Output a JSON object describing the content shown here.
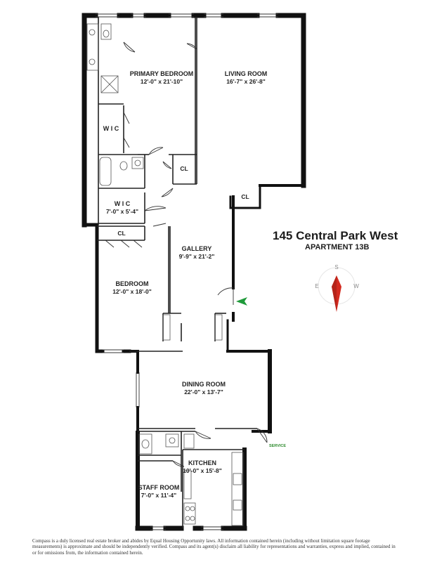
{
  "address": {
    "title": "145 Central Park West",
    "subtitle": "APARTMENT 13B"
  },
  "rooms": {
    "primary_bedroom": {
      "name": "PRIMARY BEDROOM",
      "dims": "12'-0\" x 21'-10\""
    },
    "living_room": {
      "name": "LIVING ROOM",
      "dims": "16'-7\" x 26'-8\""
    },
    "wic_upper": {
      "name": "W I C"
    },
    "wic_lower": {
      "name": "W I C",
      "dims": "7'-0\" x 5'-4\""
    },
    "gallery": {
      "name": "GALLERY",
      "dims": "9'-9\" x 21'-2\""
    },
    "bedroom": {
      "name": "BEDROOM",
      "dims": "12'-0\" x 18'-0\""
    },
    "dining_room": {
      "name": "DINING ROOM",
      "dims": "22'-0\" x 13'-7\""
    },
    "kitchen": {
      "name": "KITCHEN",
      "dims": "10'-0\" x 15'-8\""
    },
    "staff_room": {
      "name": "STAFF ROOM",
      "dims": "7'-0\" x 11'-4\""
    }
  },
  "closets": {
    "cl_gallery": "CL",
    "cl_living": "CL",
    "cl_bedroom": "CL"
  },
  "service_label": "SERVICE",
  "compass": {
    "top": "S",
    "left": "E",
    "right": "W",
    "needle_color": "#d42a1f"
  },
  "entry_arrow_color": "#1f9a3a",
  "disclaimer": "Compass is a duly licensed real estate broker and abides by Equal Housing Opportunity laws. All information contained herein (including without limitation square footage measurements) is approximate and should be independently verified. Compass and its agent(s) disclaim all liability for representations and warranties, express and implied, contained in or for omissions from, the information contained herein."
}
